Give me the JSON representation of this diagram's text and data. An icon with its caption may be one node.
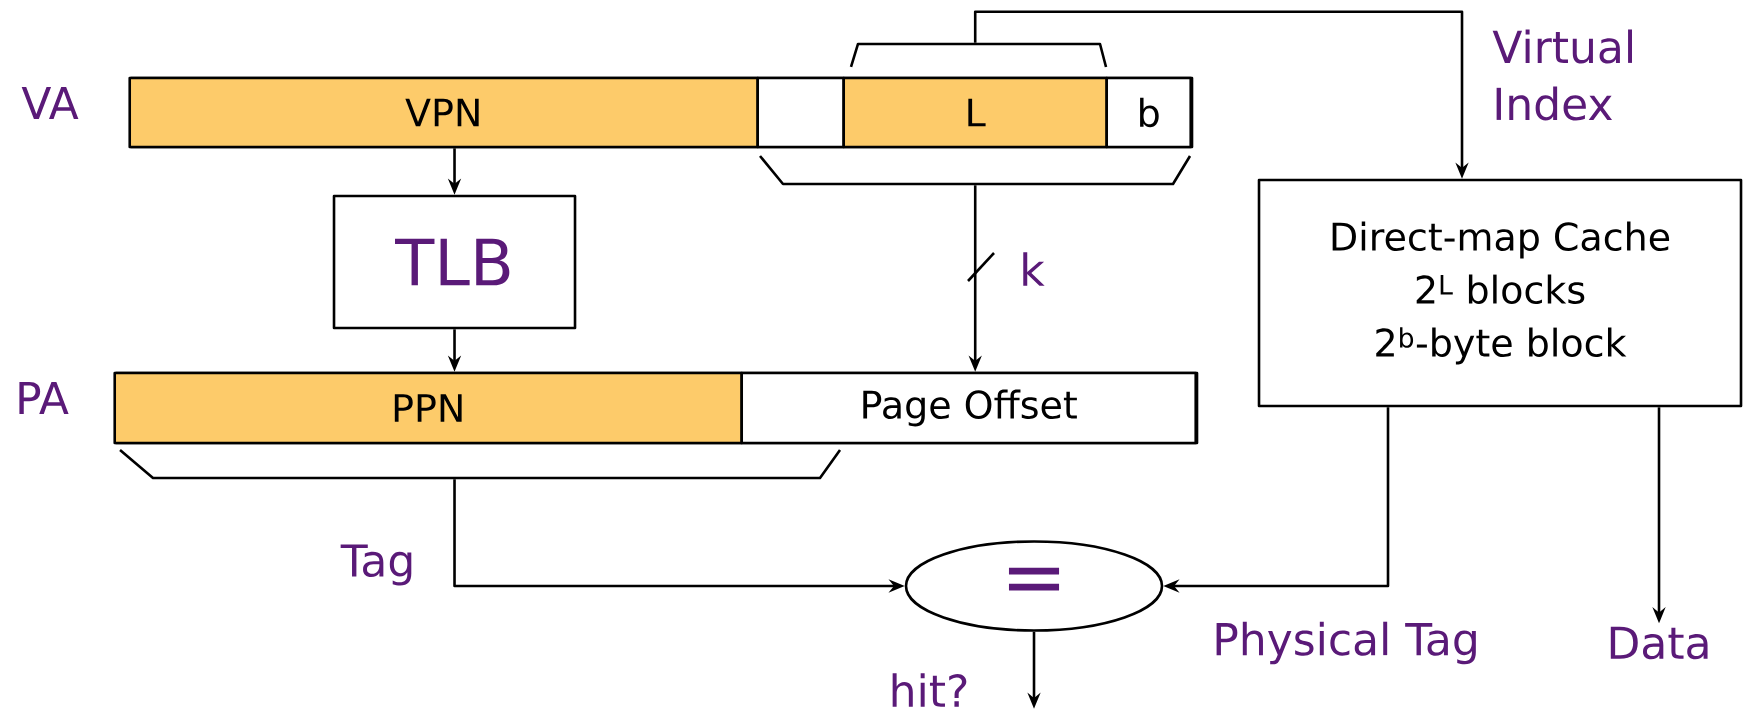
{
  "diagram": {
    "nodes": [
      {
        "text": [
          "VA"
        ]
      },
      {
        "text": [
          "VPN"
        ],
        "in": 0
      },
      {
        "text": [],
        "shape": "box",
        "in": 0
      },
      {
        "text": [
          "L"
        ],
        "in": 0
      },
      {
        "text": [
          "b"
        ],
        "in": 0
      },
      {
        "text": [
          "TLB"
        ]
      },
      {
        "text": [
          "PA"
        ]
      },
      {
        "text": [
          "PPN"
        ],
        "in": 6
      },
      {
        "text": [
          "Page Offset"
        ],
        "in": 6
      },
      {
        "text": [
          "="
        ]
      },
      {
        "text": [
          "Direct-map Cache",
          "2$^{L}$ blocks",
          "2$^{b}$-byte block"
        ]
      },
      {
        "text": [
          "Data"
        ]
      }
    ],
    "edges": [
      {
        "from": 1,
        "to": 5,
        "arrow": "to"
      },
      {
        "from": 5,
        "to": 7,
        "arrow": "to"
      },
      {
        "from": 3,
        "to": 10,
        "arrow": "to",
        "label": "Virtual Index"
      },
      {
        "from": 0,
        "to": 8,
        "arrow": "to",
        "label": "k"
      },
      {
        "from": 7,
        "to": 9,
        "arrow": "to",
        "label": "Tag"
      },
      {
        "from": 10,
        "to": 9,
        "arrow": "to",
        "label": "Physical Tag"
      },
      {
        "from": 10,
        "to": 11,
        "arrow": "to"
      },
      {
        "from": 9,
        "to": null,
        "arrow": "to"
      }
    ],
    "labels": [
      "hit?"
    ]
  }
}
